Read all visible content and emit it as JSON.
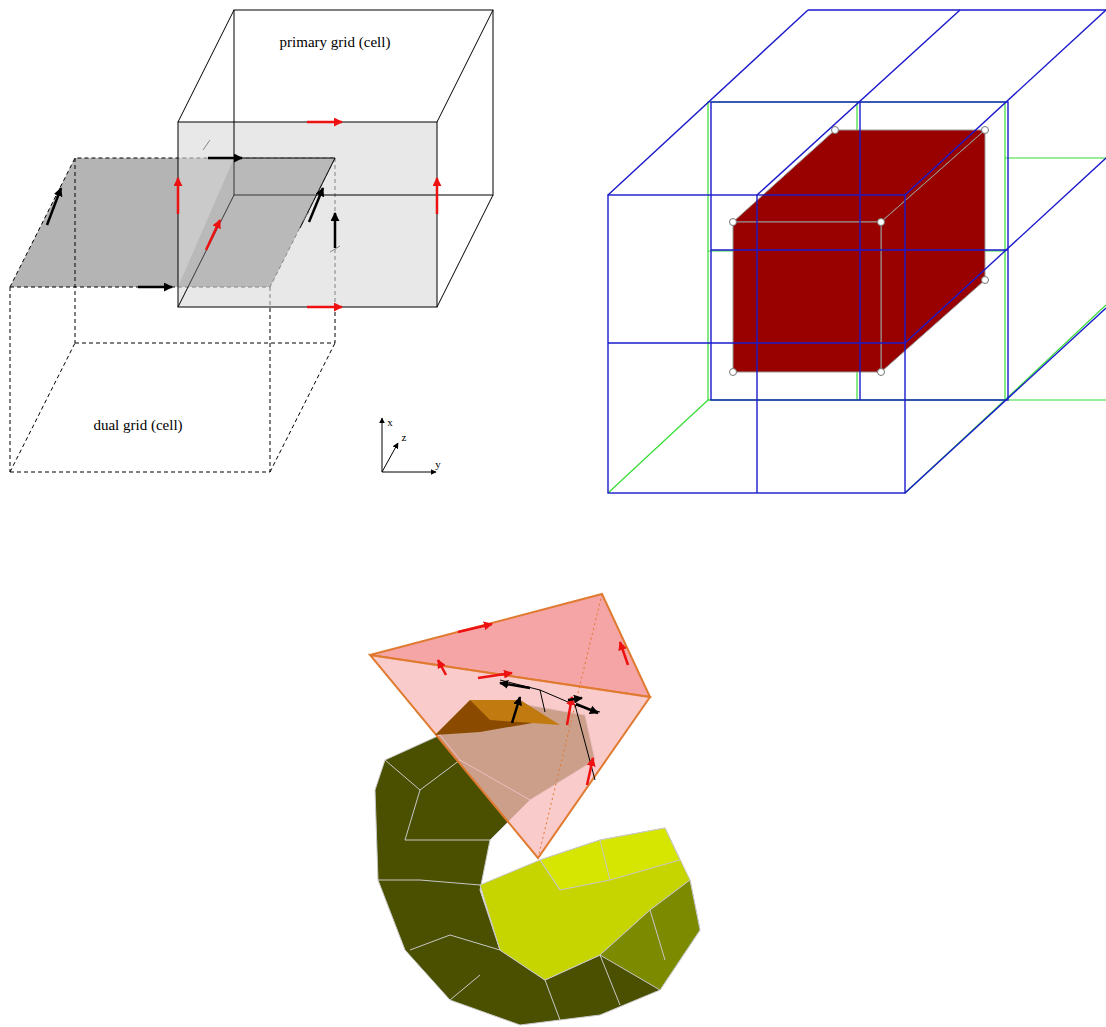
{
  "diagram": {
    "labels": [
      "primary grid (cell)",
      "dual grid (cell)",
      "x",
      "z",
      "y"
    ]
  }
}
